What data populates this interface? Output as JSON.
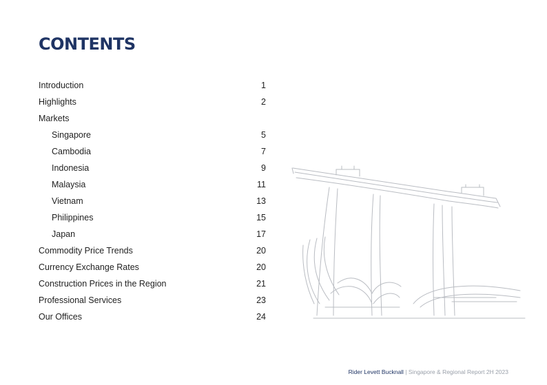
{
  "title": "CONTENTS",
  "toc": [
    {
      "label": "Introduction",
      "page": "1",
      "level": 0,
      "id": "introduction"
    },
    {
      "label": "Highlights",
      "page": "2",
      "level": 0,
      "id": "highlights"
    },
    {
      "label": "Markets",
      "page": "",
      "level": 0,
      "id": "markets"
    },
    {
      "label": "Singapore",
      "page": "5",
      "level": 1,
      "id": "singapore"
    },
    {
      "label": "Cambodia",
      "page": "7",
      "level": 1,
      "id": "cambodia"
    },
    {
      "label": "Indonesia",
      "page": "9",
      "level": 1,
      "id": "indonesia"
    },
    {
      "label": "Malaysia",
      "page": "11",
      "level": 1,
      "id": "malaysia"
    },
    {
      "label": "Vietnam",
      "page": "13",
      "level": 1,
      "id": "vietnam"
    },
    {
      "label": "Philippines",
      "page": "15",
      "level": 1,
      "id": "philippines"
    },
    {
      "label": "Japan",
      "page": "17",
      "level": 1,
      "id": "japan"
    },
    {
      "label": "Commodity Price Trends",
      "page": "20",
      "level": 0,
      "id": "commodity-price-trends"
    },
    {
      "label": "Currency Exchange Rates",
      "page": "20",
      "level": 0,
      "id": "currency-exchange-rates"
    },
    {
      "label": "Construction Prices in the Region",
      "page": "21",
      "level": 0,
      "id": "construction-prices"
    },
    {
      "label": "Professional Services",
      "page": "23",
      "level": 0,
      "id": "professional-services"
    },
    {
      "label": "Our Offices",
      "page": "24",
      "level": 0,
      "id": "our-offices"
    }
  ],
  "footer": {
    "brand": "Rider Levett Bucknall",
    "separator": "|",
    "report": "Singapore & Regional Report 2H 2023"
  },
  "colors": {
    "title": "#1f3464",
    "text": "#222222",
    "footer_muted": "#9aa0aa",
    "sketch": "#b9bcc2"
  },
  "illustration": {
    "icon": "marina-bay-sands-sketch-icon"
  }
}
